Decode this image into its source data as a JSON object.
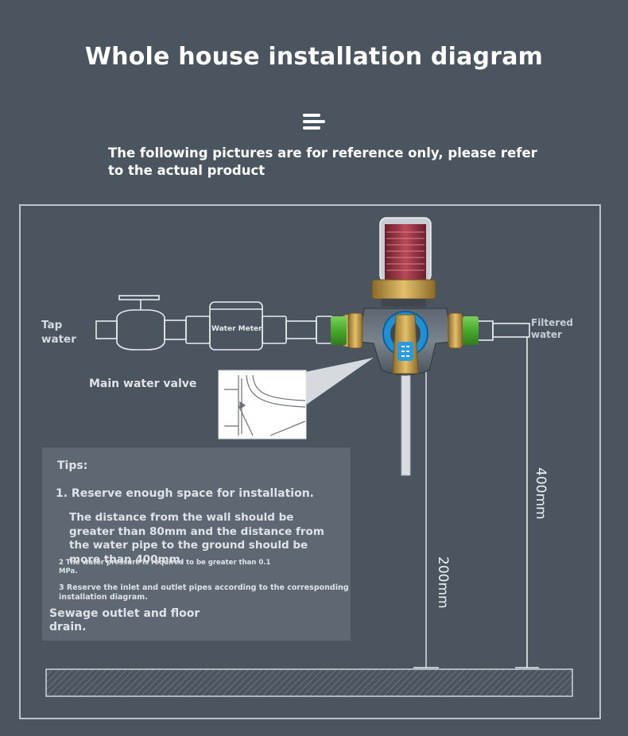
{
  "header": {
    "title": "Whole house installation diagram",
    "subtitle": "The following pictures are for reference only, please refer to the actual product"
  },
  "icons": {
    "menu": "menu-lines-icon"
  },
  "labels": {
    "tap_water": "Tap water",
    "filtered_water": "Filtered water",
    "water_meter": "Water Meter",
    "main_valve": "Main water valve"
  },
  "tips": {
    "heading": "Tips:",
    "tip1": "1. Reserve enough space for installation.",
    "tip1_detail": "The distance from the wall should be greater than 80mm and the distance from the water pipe to the ground should be more than 400mm.",
    "tip2": "2 The water pressure is required to be greater than 0.1 MPa.",
    "tip3": "3 Reserve the inlet and outlet pipes according to the corresponding installation diagram.",
    "sewage": "Sewage outlet and floor drain."
  },
  "dimensions": {
    "wall_to_ground": "400mm",
    "outlet_to_ground": "200mm"
  },
  "colors": {
    "background": "#4b5560",
    "line": "#e8ecef",
    "connector_green": "#57b83a",
    "brass": "#c9a24a",
    "valve_blue": "#2a9be0",
    "filter_red": "#8b2a3a"
  }
}
